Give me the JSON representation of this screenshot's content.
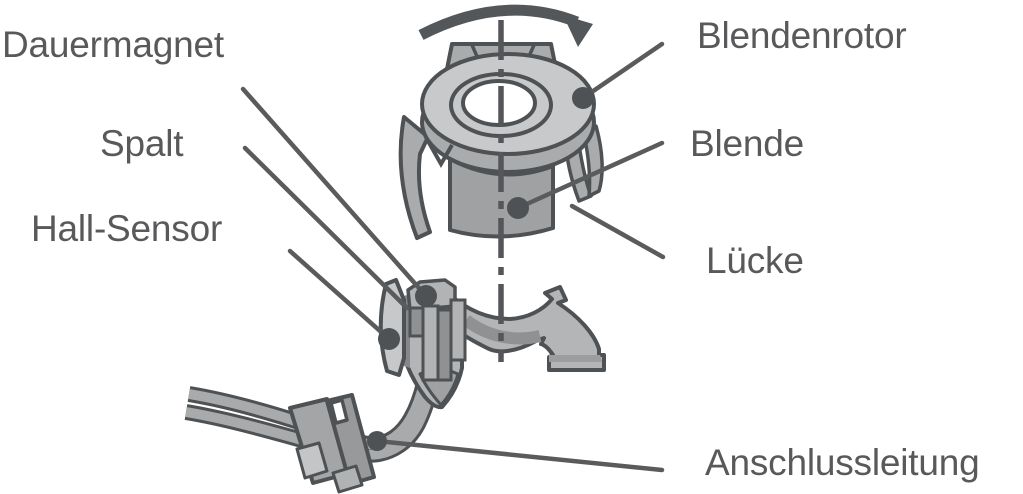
{
  "figure": {
    "type": "technical-diagram",
    "labels": {
      "dauermagnet": "Dauermagnet",
      "spalt": "Spalt",
      "hall_sensor": "Hall-Sensor",
      "blendenrotor": "Blendenrotor",
      "blende": "Blende",
      "luecke": "Lücke",
      "anschlussleitung": "Anschlussleitung"
    },
    "icons": {
      "rotation_arrow": "curved-arrow-clockwise"
    },
    "colors": {
      "background": "#ffffff",
      "label_text": "#59595b",
      "outline": "#4f5254",
      "leader_line": "#595b5d",
      "marker_dot": "#4f5254",
      "part_light": "#c7c9ca",
      "part_plate_light": "#c6c8c9",
      "part_mid": "#b1b3b4",
      "part_medium": "#a9abac",
      "part_bracket": "#b3b5b6",
      "part_blade": "#9fa1a2",
      "part_dark": "#8f9192",
      "bore": "#ffffff"
    }
  }
}
